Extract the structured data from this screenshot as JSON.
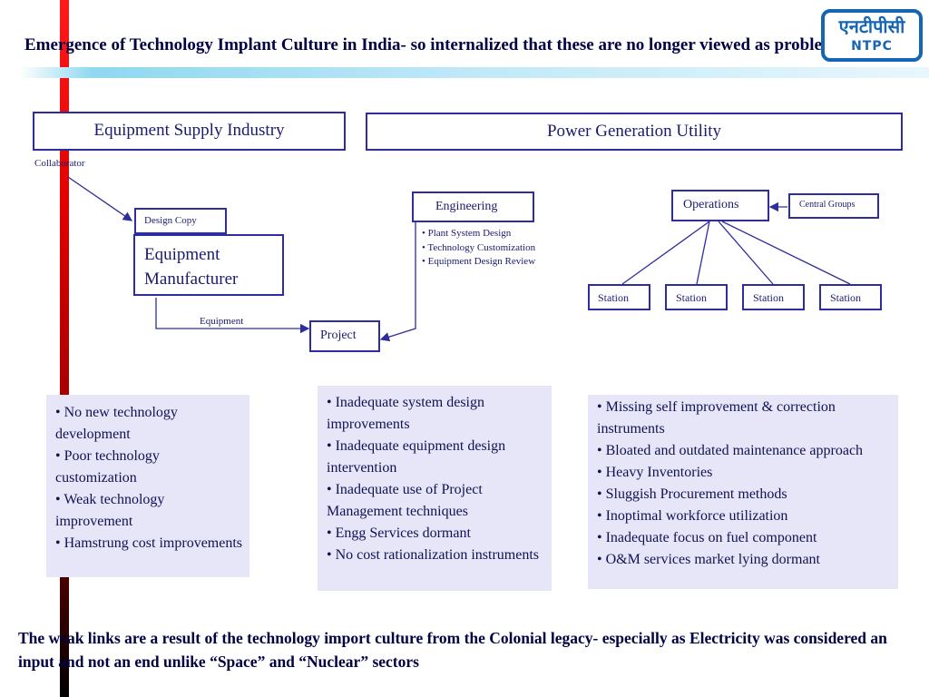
{
  "title": "Emergence of Technology Implant Culture in India- so internalized that these are no longer viewed as problems...",
  "logo": {
    "line1": "एनटीपीसी",
    "line2": "NTPC"
  },
  "headers": {
    "left": "Equipment Supply Industry",
    "right": "Power Generation Utility"
  },
  "nodes": {
    "collaborator": "Collaborator",
    "design_copy": "Design Copy",
    "manufacturer": "Equipment Manufacturer",
    "equipment_label": "Equipment",
    "project": "Project",
    "engineering": "Engineering",
    "operations": "Operations",
    "central_groups": "Central Groups",
    "stations": [
      "Station",
      "Station",
      "Station",
      "Station"
    ]
  },
  "engineering_items": [
    "• Plant System Design",
    "• Technology Customization",
    "• Equipment Design Review"
  ],
  "panels": {
    "left": [
      "• No new technology development",
      "• Poor technology customization",
      "• Weak technology improvement",
      "• Hamstrung cost improvements"
    ],
    "middle": [
      "• Inadequate system design improvements",
      "• Inadequate equipment design intervention",
      "• Inadequate use of  Project Management techniques",
      "•  Engg Services dormant",
      "• No cost rationalization instruments"
    ],
    "right": [
      "• Missing self improvement & correction instruments",
      "• Bloated and outdated maintenance approach",
      "• Heavy Inventories",
      "• Sluggish Procurement methods",
      "• Inoptimal workforce utilization",
      "• Inadequate focus on fuel component",
      "• O&M services market lying dormant"
    ]
  },
  "footer": "The weak links are a result of the technology import culture from the Colonial legacy- especially as Electricity was considered an input and not an  end unlike “Space” and “Nuclear” sectors",
  "colors": {
    "box_border": "#2d2d9e",
    "panel_bg": "#e6e6f8",
    "text_dark": "#000044",
    "accent_red": "#e00000",
    "logo_blue": "#1565b5"
  }
}
